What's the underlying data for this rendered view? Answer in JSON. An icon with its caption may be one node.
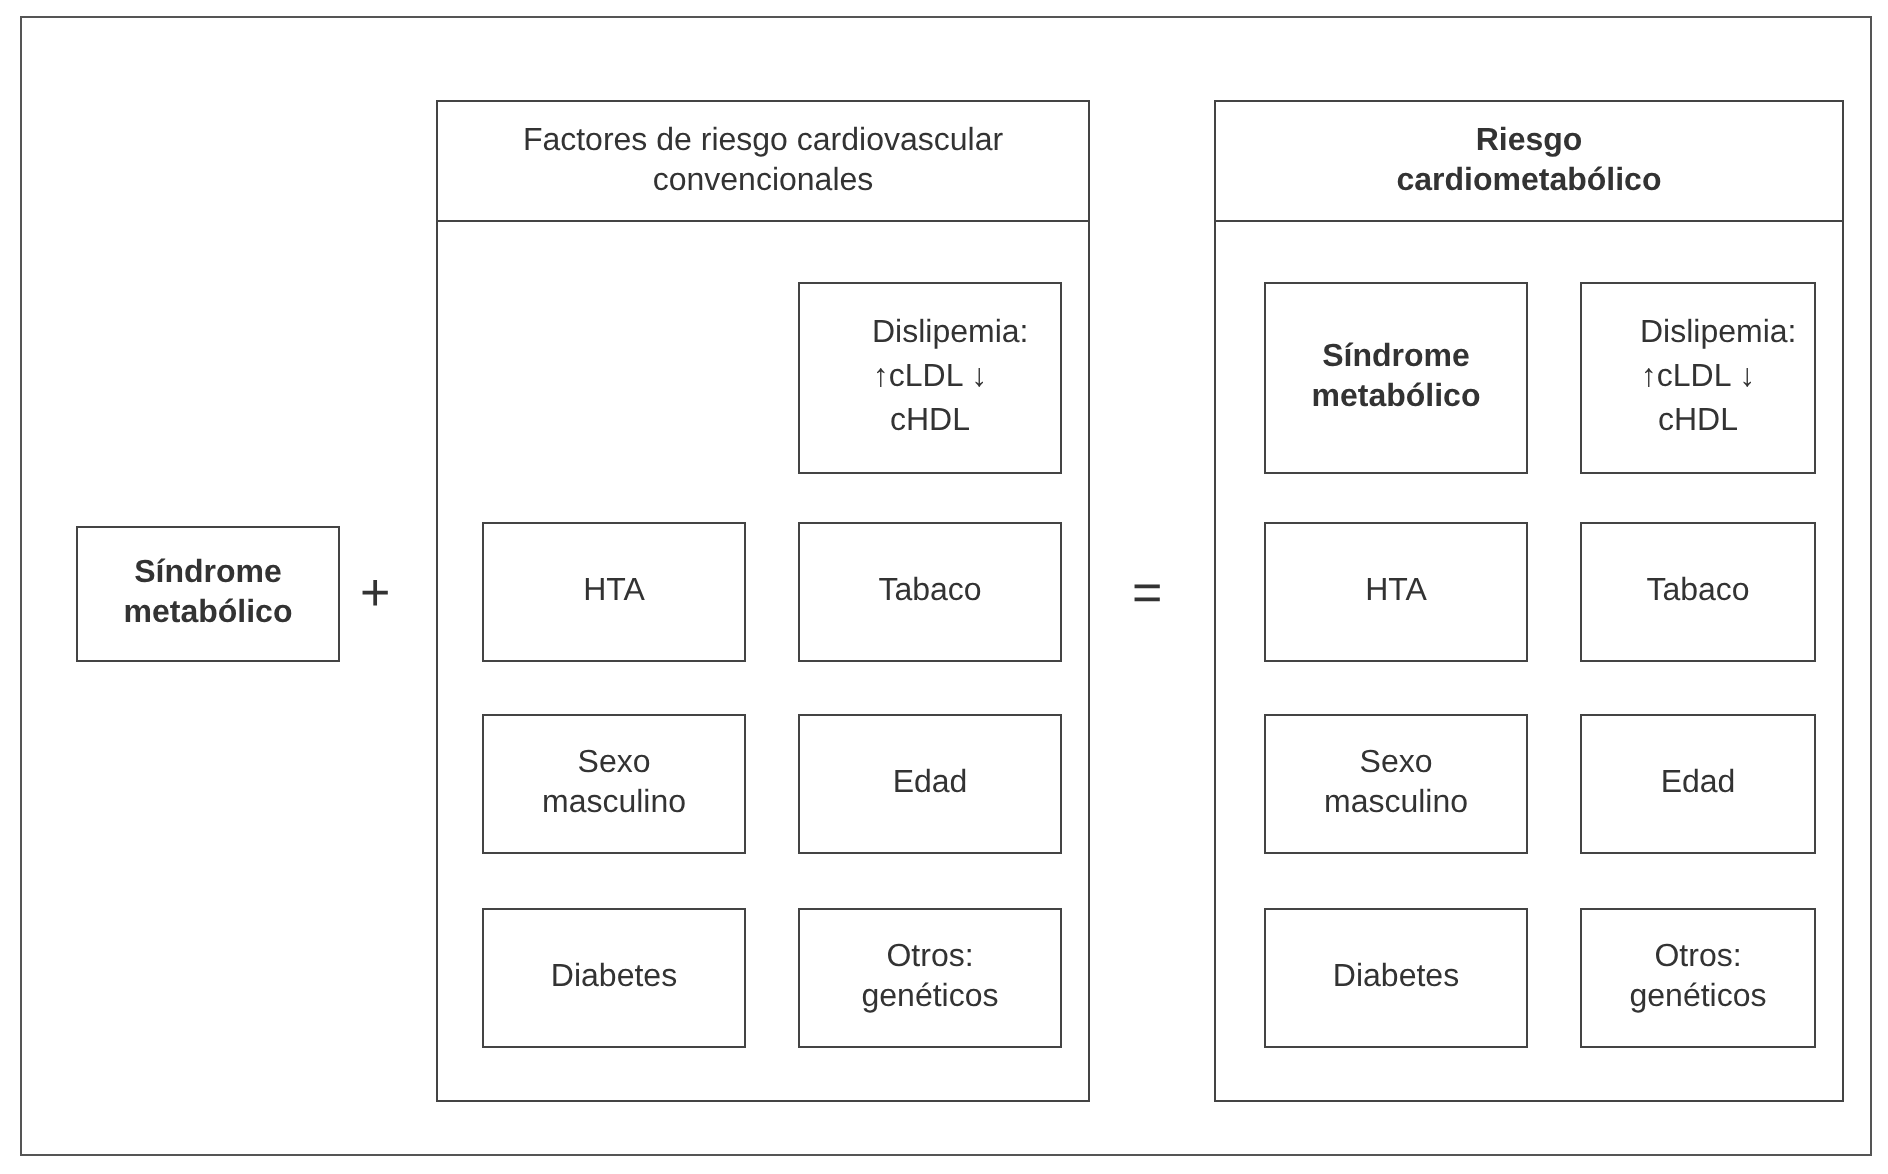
{
  "diagram": {
    "nodes": [
      {
        "text": [
          "Síndrome metabólico"
        ]
      },
      {
        "text": [
          "Factores de riesgo cardiovascular convencionales"
        ]
      },
      {
        "text": [
          "Dislipemia: ↑cLDL ↓ cHDL"
        ],
        "in": 1
      },
      {
        "text": [
          "HTA"
        ],
        "in": 1
      },
      {
        "text": [
          "Tabaco"
        ],
        "in": 1
      },
      {
        "text": [
          "Sexo masculino"
        ],
        "in": 1
      },
      {
        "text": [
          "Edad"
        ],
        "in": 1
      },
      {
        "text": [
          "Diabetes"
        ],
        "in": 1
      },
      {
        "text": [
          "Otros: genéticos"
        ],
        "in": 1
      },
      {
        "text": [
          "Riesgo cardiometabólico"
        ]
      },
      {
        "text": [
          "Síndrome metabólico"
        ],
        "in": 9
      },
      {
        "text": [
          "Dislipemia: ↑cLDL ↓ cHDL"
        ],
        "in": 9
      },
      {
        "text": [
          "HTA"
        ],
        "in": 9
      },
      {
        "text": [
          "Tabaco"
        ],
        "in": 9
      },
      {
        "text": [
          "Sexo masculino"
        ],
        "in": 9
      },
      {
        "text": [
          "Edad"
        ],
        "in": 9
      },
      {
        "text": [
          "Diabetes"
        ],
        "in": 9
      },
      {
        "text": [
          "Otros: genéticos"
        ],
        "in": 9
      }
    ],
    "labels": [
      "+",
      "="
    ]
  }
}
